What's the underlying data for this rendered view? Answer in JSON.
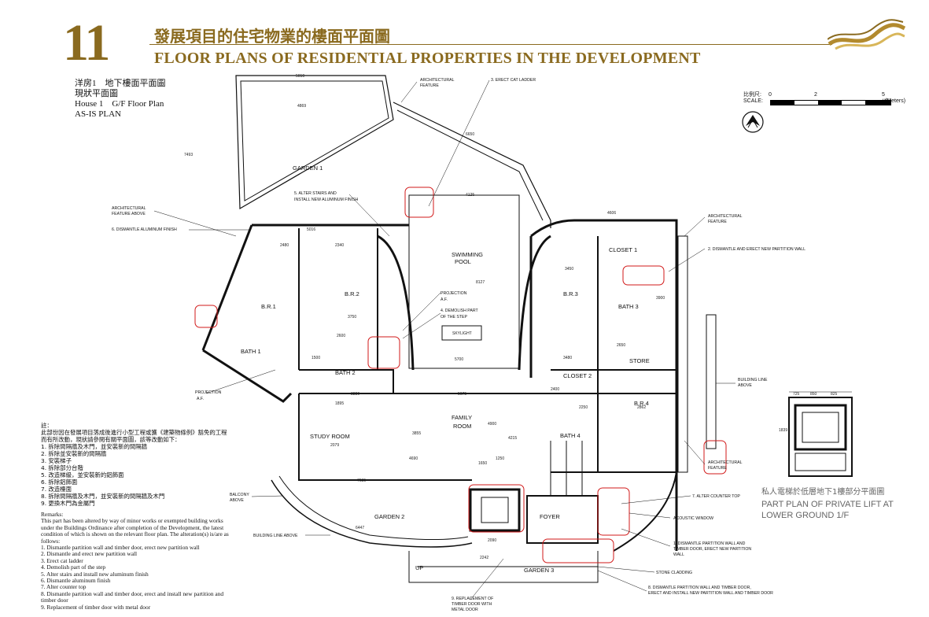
{
  "header": {
    "section_number": "11",
    "title_cn": "發展項目的住宅物業的樓面平面圖",
    "title_en": "FLOOR PLANS OF RESIDENTIAL PROPERTIES IN THE DEVELOPMENT"
  },
  "plan_info": {
    "cn_line1": "洋房1　地下樓面平面圖",
    "cn_line2": "現狀平面圖",
    "en_line1": "House 1　G/F Floor Plan",
    "en_line2": "AS-IS PLAN"
  },
  "scale": {
    "label_cn": "比例尺:",
    "label_en": "SCALE:",
    "tick0": "0",
    "tick2": "2",
    "tick5": "5 (米)",
    "unit": "(Meters)"
  },
  "rooms": {
    "garden1": "GARDEN 1",
    "garden2": "GARDEN 2",
    "garden3": "GARDEN 3",
    "swimming_pool_1": "SWIMMING",
    "swimming_pool_2": "POOL",
    "br1": "B.R.1",
    "br2": "B.R.2",
    "br3": "B.R.3",
    "br4": "B.R.4",
    "bath1": "BATH 1",
    "bath2": "BATH 2",
    "bath3": "BATH 3",
    "bath4": "BATH 4",
    "closet1": "CLOSET 1",
    "closet2": "CLOSET 2",
    "store": "STORE",
    "family_room_1": "FAMILY",
    "family_room_2": "ROOM",
    "study_room": "STUDY ROOM",
    "foyer": "FOYER",
    "skylight": "SKYLIGHT",
    "up": "UP"
  },
  "callouts": {
    "arch_feature_top_1": "ARCHITECTURAL",
    "arch_feature_top_2": "FEATURE",
    "cat_ladder": "3. ERECT CAT LADDER",
    "alter_stairs_1": "5. ALTER STAIRS AND",
    "alter_stairs_2": "INSTALL NEW ALUMINUM FINISH",
    "arch_above_1": "ARCHITECTURAL",
    "arch_above_2": "FEATURE ABOVE",
    "dismantle_alu": "6. DISMANTLE ALUMINUM FINISH",
    "projection_1_1": "PROJECTION",
    "projection_1_2": "A.F.",
    "projection_2_1": "PROJECTION",
    "projection_2_2": "A.F.",
    "demolish_step_1": "4. DEMOLISH PART",
    "demolish_step_2": "OF THE STEP",
    "arch_right_1": "ARCHITECTURAL",
    "arch_right_2": "FEATURE",
    "dismantle_partition_2": "2. DISMANTLE AND ERECT NEW PARTITION WALL",
    "building_line_above_1": "BUILDING LINE",
    "building_line_above_2": "ABOVE",
    "arch_right2_1": "ARCHITECTURAL",
    "arch_right2_2": "FEATURE",
    "alter_counter": "7. ALTER COUNTER TOP",
    "acoustic_window": "ACOUSTIC WINDOW",
    "dismantle_1_1": "1. DISMANTLE PARTITION WALL AND",
    "dismantle_1_2": "TIMBER DOOR, ERECT NEW PARTITION",
    "dismantle_1_3": "WALL",
    "stone_cladding": "STONE CLADDING",
    "dismantle_8_1": "8. DISMANTLE PARTITION WALL AND TIMBER DOOR,",
    "dismantle_8_2": "ERECT AND INSTALL NEW PARTITION WALL AND TIMBER DOOR",
    "replace_door_1": "9. REPLACEMENT OF",
    "replace_door_2": "TIMBER DOOR WITH",
    "replace_door_3": "METAL DOOR",
    "balcony_above_1": "BALCONY",
    "balcony_above_2": "ABOVE",
    "building_line_above_left": "BUILDING LINE ABOVE"
  },
  "dimensions": {
    "d5010": "5010",
    "d4869": "4869",
    "d5016": "5016",
    "d2340": "2340",
    "d4125": "4125",
    "d4606": "4606",
    "d3450": "3450",
    "d3750": "3750",
    "d2600": "2600",
    "d5700": "5700",
    "d3480": "3480",
    "d5675": "5675",
    "d2650": "2650",
    "d2079": "2079",
    "d4690": "4690",
    "d7635": "7635",
    "d2242": "2242",
    "d2090": "2090",
    "d1250": "1250",
    "d3855": "3855",
    "d4900": "4900",
    "d4215": "4215",
    "d2480": "2480",
    "d1895": "1895",
    "d3380": "3380",
    "d2250": "2250",
    "d1500": "1500",
    "d2862": "2862",
    "d1650": "1650",
    "d8127": "8127",
    "d6650": "6650",
    "d7493": "7493",
    "d725": "725",
    "d850": "850",
    "d825": "825",
    "d1839": "1839",
    "d2400": "2400",
    "d3900": "3900",
    "d6447": "6447"
  },
  "notes_cn": {
    "heading": "註：",
    "intro": "此部份因在發展項目落成後進行小型工程或獲《建築物條例》豁免的工程而有所改動，現狀請參閱有關平面圖，該等改動如下：",
    "items": [
      "1. 拆除間隔牆及木門，並安裝新的間隔牆",
      "2. 拆除並安裝新的間隔牆",
      "3. 安裝梯子",
      "4. 拆除部分台階",
      "5. 改造梯級，並安裝新的鋁飾面",
      "6. 拆除鋁飾面",
      "7. 改造檯面",
      "8. 拆除間隔牆及木門，並安裝新的間隔牆及木門",
      "9. 更換木門為金屬門"
    ]
  },
  "remarks_en": {
    "heading": "Remarks:",
    "intro": "This part has been altered by way of minor works or exempted building works under the Buildings Ordinance after completion of the Development, the latest condition of which is shown on the relevant floor plan. The alteration(s) is/are as follows:",
    "items": [
      "1. Dismantle partition wall and timber door, erect new partition wall",
      "2. Dismantle and erect new partition wall",
      "3. Erect cat ladder",
      "4. Demolish part of the step",
      "5. Alter stairs and install new aluminum finish",
      "6. Dismantle aluminum finish",
      "7. Alter counter top",
      "8. Dismantle partition wall and timber door, erect and install new partition and timber door",
      "9. Replacement of timber door with metal door"
    ]
  },
  "lift_plan": {
    "title_cn": "私人電梯於低層地下1樓部分平面圖",
    "title_en": "PART PLAN OF PRIVATE LIFT AT LOWER GROUND 1/F"
  },
  "colors": {
    "brand_gold": "#8a6a1f",
    "revision_red": "#d21a1a",
    "line": "#111111"
  }
}
